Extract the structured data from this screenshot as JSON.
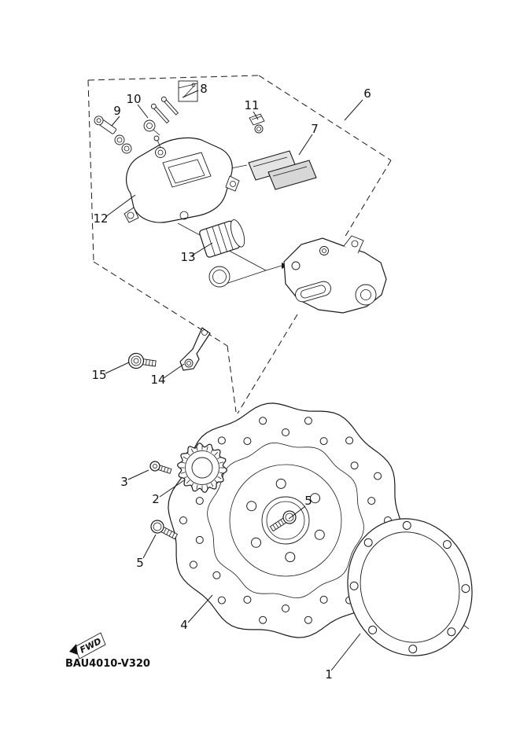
{
  "code": "BAU4010-V320",
  "fwd": "FWD",
  "parts": {
    "p1": "1",
    "p2": "2",
    "p3": "3",
    "p4": "4",
    "p5": "5",
    "p6": "6",
    "p7": "7",
    "p8": "8",
    "p9": "9",
    "p10": "10",
    "p11": "11",
    "p12": "12",
    "p13": "13",
    "p14": "14",
    "p15": "15"
  }
}
